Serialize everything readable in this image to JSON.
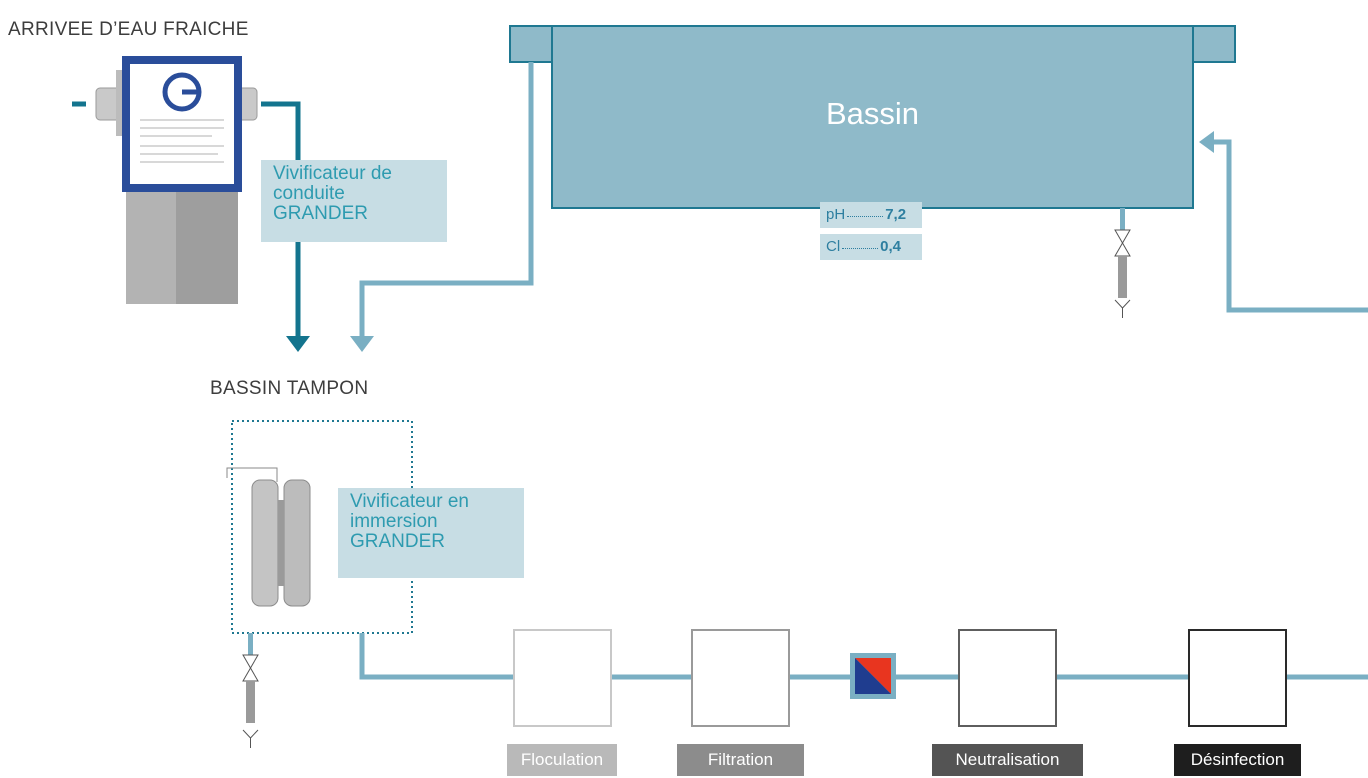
{
  "labels": {
    "fresh_water": "ARRIVEE D’EAU FRAICHE",
    "buffer_tank": "BASSIN TAMPON",
    "pool": "Bassin"
  },
  "notes": {
    "pipe_vitalizer": [
      "Vivificateur de",
      "conduite",
      "GRANDER"
    ],
    "immersion_vitalizer": [
      "Vivificateur en",
      "immersion",
      "GRANDER"
    ]
  },
  "readings": [
    {
      "name": "pH",
      "value": "7,2"
    },
    {
      "name": "Cl",
      "value": "0,4"
    }
  ],
  "steps": [
    {
      "label": "Floculation",
      "bg": "#b9b9b9",
      "border": "#c8c8c8",
      "text": "#ffffff"
    },
    {
      "label": "Filtration",
      "bg": "#8c8c8c",
      "border": "#9a9a9a",
      "text": "#ffffff"
    },
    {
      "label": "Neutralisation",
      "bg": "#545454",
      "border": "#5e5e5e",
      "text": "#ffffff"
    },
    {
      "label": "Désinfection",
      "bg": "#1e1e1e",
      "border": "#2a2a2a",
      "text": "#ffffff"
    }
  ],
  "colors": {
    "pool_fill": "#8fbac9",
    "pool_border": "#1f7891",
    "pipe_light": "#7aafc3",
    "pipe_dark": "#13748e",
    "note_bg": "#c7dde4",
    "dosing_red": "#e8351f",
    "dosing_blue": "#1f3d8f"
  },
  "icons": {
    "grander_logo": "grander-g-logo-icon",
    "valve": "valve-icon"
  }
}
